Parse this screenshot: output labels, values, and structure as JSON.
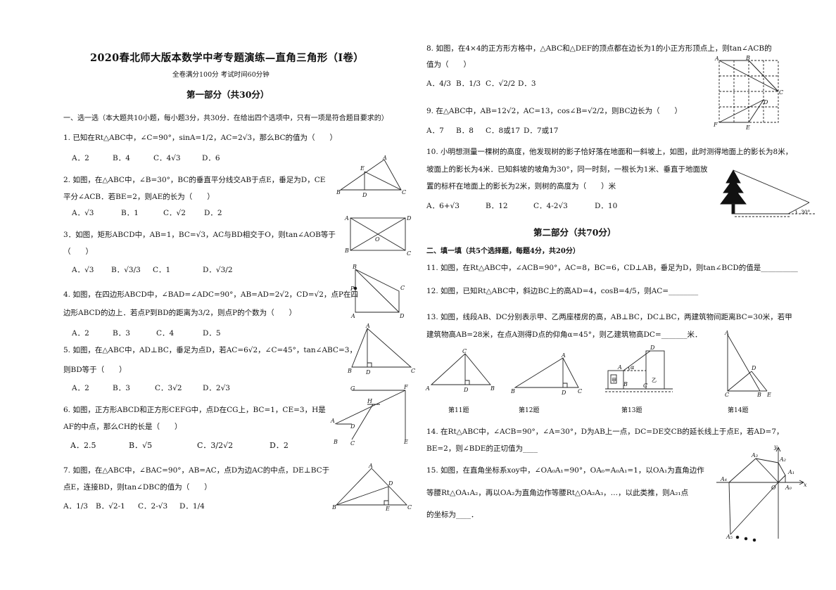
{
  "header": {
    "title": "2020春北师大版本数学中考专题演练—直角三角形（I卷）",
    "meta": "全卷满分100分  考试时间60分钟"
  },
  "part1": {
    "heading": "第一部分（共30分）",
    "section_intro": "一、选一选（本大题共10小题，每小题3分，共30分．在给出四个选项中，只有一项是符合题目要求的）",
    "q1": {
      "stem": "1. 已知在Rt△ABC中，∠C=90°，sinA=1/2，AC=2√3，那么BC的值为（　　）",
      "opts": [
        "A．2",
        "B．4",
        "C．4√3",
        "D．6"
      ]
    },
    "q2": {
      "l1": "2. 如图，在△ABC中，∠B=30°，BC的垂直平分线交AB于点E，垂足为D，CE",
      "l2": "平分∠ACB．若BE=2，则AE的长为（　　）",
      "opts": [
        "A．√3",
        "B．1",
        "C．√2",
        "D．2"
      ]
    },
    "q3": {
      "l1": "3．如图，矩形ABCD中，AB=1，BC=√3，AC与BD相交于O，则tan∠AOB等于",
      "l2": "（　　）",
      "opts": [
        "A．√3",
        "B．√3/3",
        "C．1",
        "D．√3/2"
      ]
    },
    "q4": {
      "l1": "4. 如图，在四边形ABCD中，∠BAD=∠ADC=90°，AB=AD=2√2，CD=√2，点P在四",
      "l2": "边形ABCD的边上．若点P到BD的距离为3/2，则点P的个数为（　　）",
      "opts": [
        "A．2",
        "B．3",
        "C．4",
        "D．5"
      ]
    },
    "q5": {
      "l1": "5. 如图，在△ABC中，AD⊥BC，垂足为点D，若AC=6√2，∠C=45°，tan∠ABC=3，",
      "l2": "则BD等于（　　）",
      "opts": [
        "A．2",
        "B．3",
        "C．3√2",
        "D．2√3"
      ]
    },
    "q6": {
      "l1": "6. 如图，正方形ABCD和正方形CEFG中，点D在CG上，BC=1，CE=3，H是",
      "l2": "AF的中点，那么CH的长是（　　）",
      "opts": [
        "A．2.5",
        "B．√5",
        "C．3/2√2",
        "D．2"
      ]
    },
    "q7": {
      "l1": "7. 如图，在△ABC中，∠BAC=90°，AB=AC，点D为边AC的中点，DE⊥BC于",
      "l2": "点E，连接BD，则tan∠DBC的值为（　　）",
      "opts": [
        "A．1/3",
        "B．√2-1",
        "C．2-√3",
        "D．1/4"
      ]
    },
    "q8": {
      "l1": "8. 如图，在4×4的正方形方格中，△ABC和△DEF的顶点都在边长为1的小正方形顶点上，则tan∠ACB的",
      "l2": "值为（　　）",
      "opts": [
        "A．4/3",
        "B．1/3",
        "C．√2/2",
        "D．3"
      ]
    },
    "q9": {
      "stem": "9. 在△ABC中，AB=12√2，AC=13，cos∠B=√2/2，则BC边长为（　　）",
      "opts": [
        "A．7",
        "B．8",
        "C．8或17",
        "D．7或17"
      ]
    },
    "q10": {
      "l1": "10. 小明想测量一棵树的高度，他发现树的影子恰好落在地面和一斜坡上，如图，此时测得地面上的影长为8米，",
      "l2": "坡面上的影长为4米．已知斜坡的坡角为30°，同一时刻，一根长为1米、垂直于地面放",
      "l3": "置的标杆在地面上的影长为2米，则树的高度为（　　）米",
      "opts": [
        "A．6+√3",
        "B．12",
        "C．4-2√3",
        "D．10"
      ]
    }
  },
  "part2": {
    "heading": "第二部分（共70分）",
    "section_intro": "二、填一填（共5个选择题，每题4分，共20分）",
    "q11": "11. 如图，在Rt△ABC中，∠ACB=90°，AC=8，BC=6，CD⊥AB，垂足为D，则tan∠BCD的值是__________",
    "q12": "12. 如图，已知Rt△ABC中，斜边BC上的高AD=4，cosB=4/5，则AC=________",
    "q13": {
      "l1": "13. 如图，线段AB、DC分别表示甲、乙两座楼房的高，AB⊥BC，DC⊥BC，两建筑物间距离BC=30米，若甲",
      "l2": "建筑物高AB=28米，在点A测得D点的仰角α=45°，则乙建筑物高DC=_______米．"
    },
    "captions": [
      "第11题",
      "第12题",
      "第13题",
      "第14题"
    ],
    "q14": {
      "l1": "14. 在Rt△ABC中，∠ACB=90°，∠A=30°，D为AB上一点，DC=DE交CB的延长线上于点E，若AD=7，",
      "l2": "BE=2，则∠BDE的正切值为____"
    },
    "q15": {
      "l1": "15. 如图，在直角坐标系xoy中，∠OA₀A₁=90°，OA₀=A₀A₁=1，以OA₁为直角边作",
      "l2": "等腰Rt△OA₁A₂，再以OA₂为直角边作等腰Rt△OA₂A₃，…，以此类推，则A₂₁点",
      "l3": "的坐标为____．"
    }
  },
  "figure_labels": {
    "f2": [
      "A",
      "E",
      "B",
      "D",
      "C"
    ],
    "f3": [
      "A",
      "D",
      "O",
      "B",
      "C"
    ],
    "f4": [
      "B",
      "P",
      "C",
      "A",
      "D"
    ],
    "f5": [
      "A",
      "B",
      "D",
      "C"
    ],
    "f6": [
      "G",
      "F",
      "H",
      "A",
      "D",
      "B",
      "C",
      "E"
    ],
    "f7": [
      "A",
      "D",
      "B",
      "E",
      "C"
    ],
    "f8": [
      "A",
      "B",
      "C",
      "D",
      "F",
      "E"
    ],
    "f10_angle": "30°",
    "f11": [
      "C",
      "A",
      "D",
      "B"
    ],
    "f12": [
      "A",
      "B",
      "D",
      "C"
    ],
    "f13": [
      "D",
      "A",
      "α",
      "甲",
      "B",
      "乙",
      "C"
    ],
    "f14": [
      "A",
      "D",
      "C",
      "B",
      "E"
    ],
    "f15": [
      "y",
      "A₃",
      "A₂",
      "A₁",
      "A₄",
      "O",
      "A₀",
      "x",
      "A₅"
    ]
  }
}
